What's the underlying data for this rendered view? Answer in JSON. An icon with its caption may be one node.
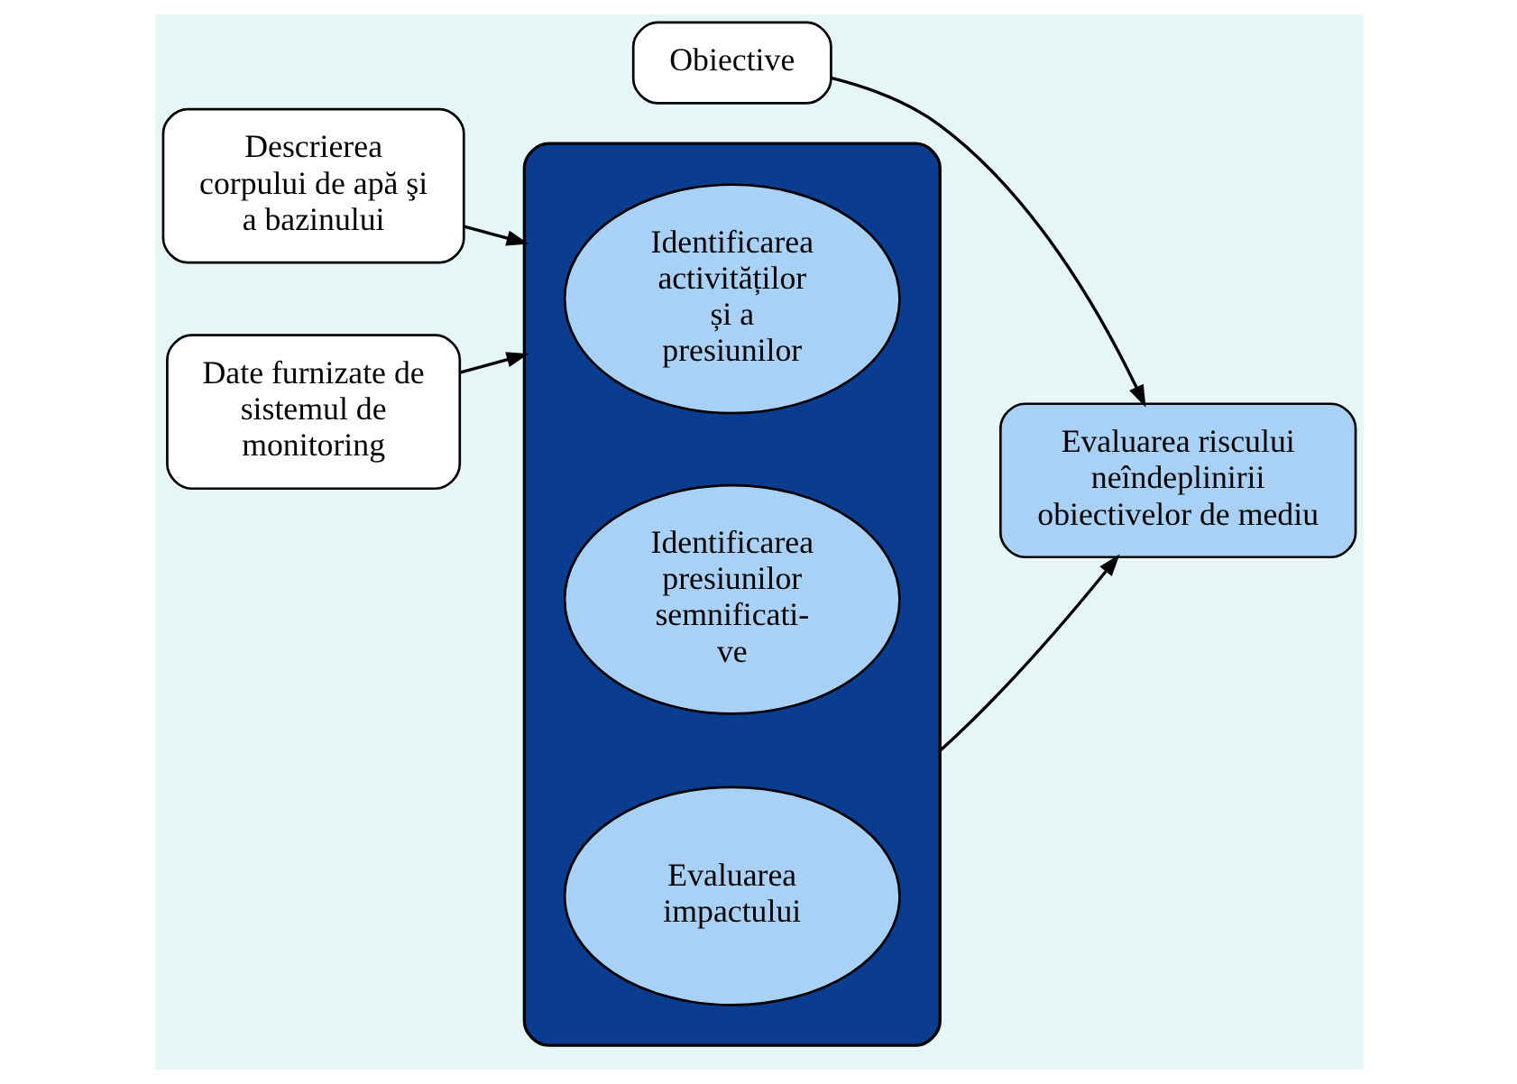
{
  "diagram": {
    "nodes": [
      {
        "text": [],
        "shape": "box"
      },
      {
        "text": [
          "Identificarea activităților și a presiunilor"
        ],
        "in": 0
      },
      {
        "text": [
          "Identificarea presiunilor semnificati- ve"
        ],
        "in": 0
      },
      {
        "text": [
          "Evaluarea impactului"
        ],
        "in": 0
      },
      {
        "text": [
          "Descrierea corpului de apă şi a bazinului"
        ]
      },
      {
        "text": [
          "Date furnizate de sistemul de monitoring"
        ]
      },
      {
        "text": [
          "Obiective"
        ]
      },
      {
        "text": [
          "Evaluarea riscului neîndeplinirii obiectivelor de mediu"
        ]
      }
    ],
    "edges": [
      {
        "from": 4,
        "to": 0,
        "arrow": "to"
      },
      {
        "from": 5,
        "to": 0,
        "arrow": "to"
      },
      {
        "from": 0,
        "to": 7,
        "arrow": "to"
      },
      {
        "from": 6,
        "to": 7,
        "arrow": "to"
      }
    ]
  }
}
